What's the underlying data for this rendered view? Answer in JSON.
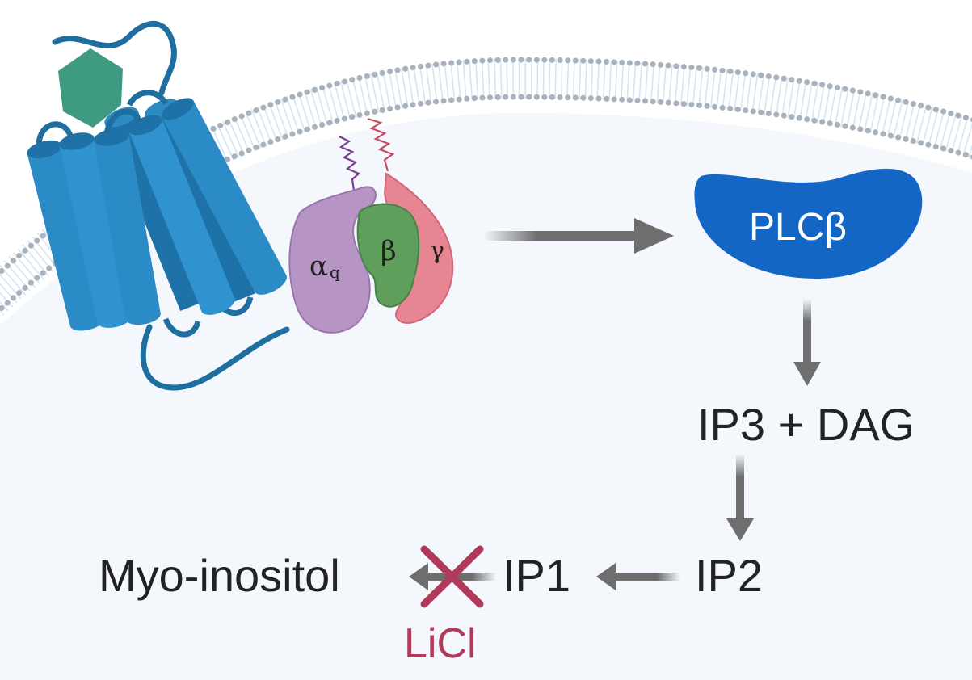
{
  "diagram": {
    "enzyme": "PLCβ",
    "g_protein": {
      "alpha": "α",
      "alpha_subscript": "q",
      "beta": "β",
      "gamma": "γ"
    },
    "products": "IP3 + DAG",
    "ip2": "IP2",
    "ip1": "IP1",
    "myo_inositol": "Myo-inositol",
    "inhibitor": "LiCl"
  },
  "colors": {
    "cytoplasm": "#f4f8fc",
    "membrane_heads": "#a9b2bc",
    "receptor": "#2b8bc6",
    "receptor_dark": "#1f72a8",
    "ligand": "#3f9a82",
    "g_alpha": "#b694c4",
    "g_beta": "#5f9e5b",
    "g_gamma": "#e78592",
    "plc": "#1466c5",
    "arrow": "#6e6e6e",
    "inhibition": "#b03a5b"
  }
}
